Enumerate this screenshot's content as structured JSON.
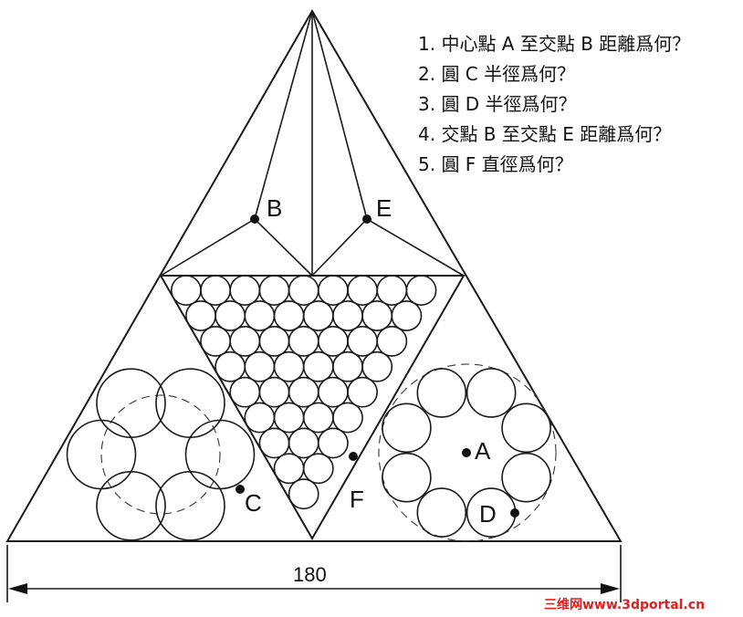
{
  "questions": [
    "1.  中心點 A 至交點 B 距離爲何？",
    "2.  圓 C 半徑爲何？",
    "3.  圓 D 半徑爲何？",
    "4.  交點 B 至交點 E 距離爲何？",
    "5.  圓 F 直徑爲何？"
  ],
  "labels": {
    "A": "A",
    "B": "B",
    "C": "C",
    "D": "D",
    "E": "E",
    "F": "F"
  },
  "dimension": {
    "value": "180"
  },
  "watermark": "三维网www.3dportal.cn"
}
